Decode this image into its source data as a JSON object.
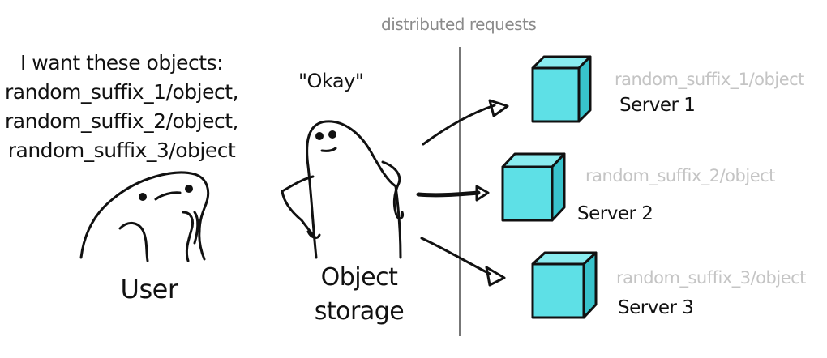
{
  "caption": "distributed requests",
  "user": {
    "request_lines": [
      "I want these objects:",
      "random_suffix_1/object,",
      "random_suffix_2/object,",
      "random_suffix_3/object"
    ],
    "label": "User"
  },
  "storage": {
    "speech": "\"Okay\"",
    "label_lines": [
      "Object",
      "storage"
    ]
  },
  "servers": [
    {
      "name": "Server 1",
      "path": "random_suffix_1/object"
    },
    {
      "name": "Server 2",
      "path": "random_suffix_2/object"
    },
    {
      "name": "Server 3",
      "path": "random_suffix_3/object"
    }
  ],
  "colors": {
    "cube_front": "#5ee0e6",
    "cube_side": "#38c3cc",
    "cube_top": "#8aecef",
    "ink": "#111111",
    "path_text": "#c4c4c4",
    "caption_text": "#8a8a8a",
    "divider": "#777777"
  }
}
